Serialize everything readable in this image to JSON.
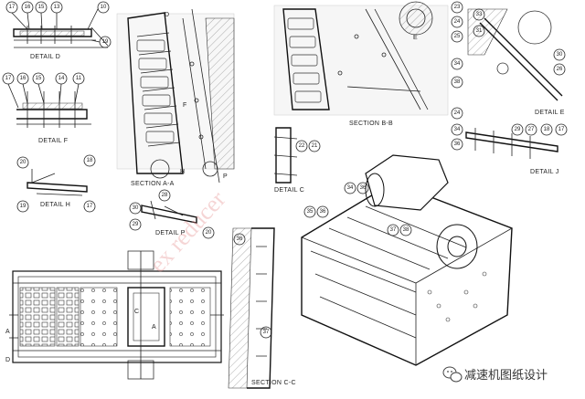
{
  "watermark": "ex reducer",
  "brand": {
    "icon": "wechat-icon",
    "text": "减速机图纸设计"
  },
  "details": {
    "detail_d": "DETAIL D",
    "detail_f": "DETAIL F",
    "detail_h": "DETAIL H",
    "detail_p": "DETAIL P",
    "detail_e": "DETAIL E",
    "detail_j": "DETAIL J",
    "detail_c_small": "DETAIL C"
  },
  "sections": {
    "section_aa": "SECTION A-A",
    "section_bb": "SECTION B-B",
    "section_cc": "SECTION C-C"
  },
  "view_letters": {
    "D": "D",
    "F": "F",
    "H": "H",
    "P": "P",
    "E": "E",
    "A1": "A",
    "A2": "A",
    "C": "C",
    "D2": "D"
  },
  "balloons": {
    "detail_d": [
      "17",
      "16",
      "15",
      "13",
      "10",
      "19"
    ],
    "detail_f": [
      "17",
      "16",
      "15",
      "14",
      "11"
    ],
    "detail_h": [
      "20",
      "18",
      "19",
      "17"
    ],
    "detail_p": [
      "30",
      "29",
      "28",
      "20"
    ],
    "section_bb": [
      "23",
      "24",
      "25"
    ],
    "detail_e": [
      "33",
      "31",
      "30",
      "26",
      "34",
      "38",
      "24"
    ],
    "detail_j": [
      "34",
      "36",
      "29",
      "27",
      "18",
      "17"
    ],
    "detail_c": [
      "22",
      "21"
    ],
    "iso": [
      "34",
      "36",
      "35",
      "36",
      "37",
      "38"
    ],
    "section_cc": [
      "36",
      "37"
    ]
  }
}
